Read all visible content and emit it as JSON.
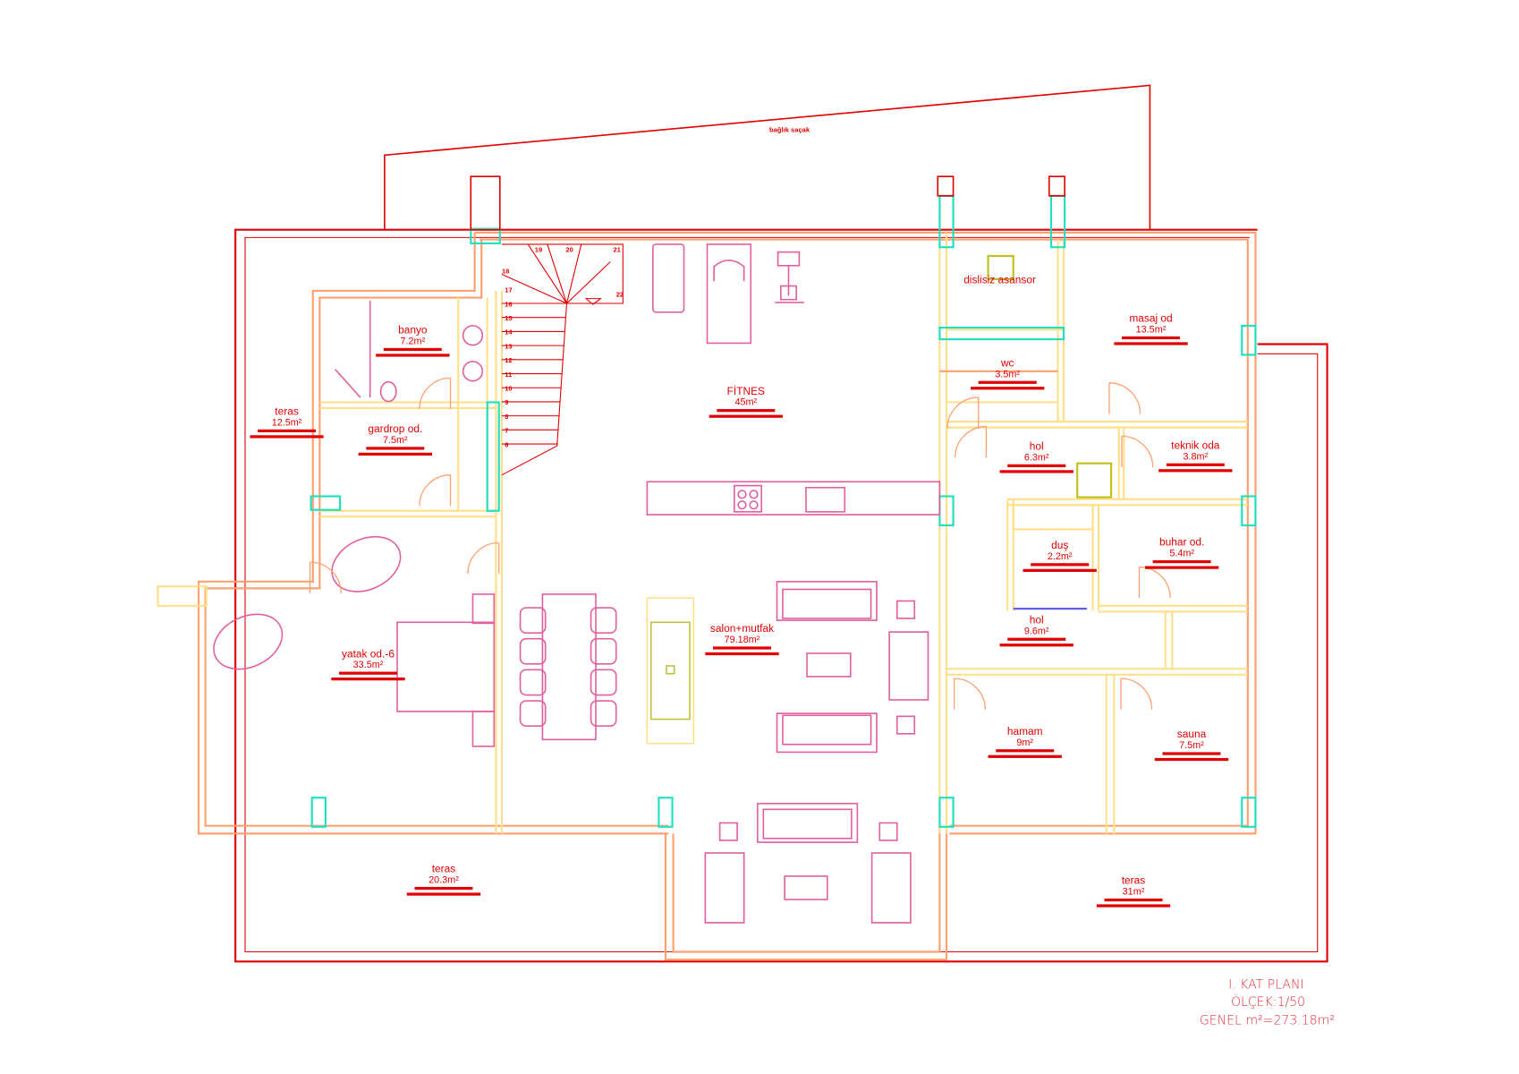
{
  "title_block": {
    "plan_title": "I. KAT PLANI",
    "scale": "ÖLÇEK:1/50",
    "total_area": "GENEL m²=273.18m²"
  },
  "roof_label": "bağlık saçak",
  "rooms": [
    {
      "id": "teras-west",
      "name": "teras",
      "area": "12.5m²"
    },
    {
      "id": "banyo",
      "name": "banyo",
      "area": "7.2m²"
    },
    {
      "id": "gardrop",
      "name": "gardrop od.",
      "area": "7.5m²"
    },
    {
      "id": "yatak",
      "name": "yatak od.-6",
      "area": "33.5m²"
    },
    {
      "id": "fitnes",
      "name": "FİTNES",
      "area": "45m²"
    },
    {
      "id": "salon",
      "name": "salon+mutfak",
      "area": "79.18m²"
    },
    {
      "id": "asansor",
      "name": "dislisiz asansor",
      "area": ""
    },
    {
      "id": "masaj",
      "name": "masaj od",
      "area": "13.5m²"
    },
    {
      "id": "wc",
      "name": "wc",
      "area": "3.5m²"
    },
    {
      "id": "hol1",
      "name": "hol",
      "area": "6.3m²"
    },
    {
      "id": "teknik",
      "name": "teknik oda",
      "area": "3.8m²"
    },
    {
      "id": "dus",
      "name": "duş",
      "area": "2.2m²"
    },
    {
      "id": "buhar",
      "name": "buhar od.",
      "area": "5.4m²"
    },
    {
      "id": "hol2",
      "name": "hol",
      "area": "9.6m²"
    },
    {
      "id": "hamam",
      "name": "hamam",
      "area": "9m²"
    },
    {
      "id": "sauna",
      "name": "sauna",
      "area": "7.5m²"
    },
    {
      "id": "teras-south",
      "name": "teras",
      "area": "20.3m²"
    },
    {
      "id": "teras-east",
      "name": "teras",
      "area": "31m²"
    }
  ],
  "stair_steps": [
    "6",
    "7",
    "8",
    "9",
    "10",
    "11",
    "12",
    "13",
    "14",
    "15",
    "16",
    "17",
    "18",
    "19",
    "20",
    "21",
    "22"
  ],
  "colors": {
    "wall_outer": "#e00000",
    "wall_inner": "#ffb070",
    "partition": "#ffe08a",
    "furniture": "#e060a0",
    "window": "#20e0c0",
    "text": "#e00000"
  }
}
